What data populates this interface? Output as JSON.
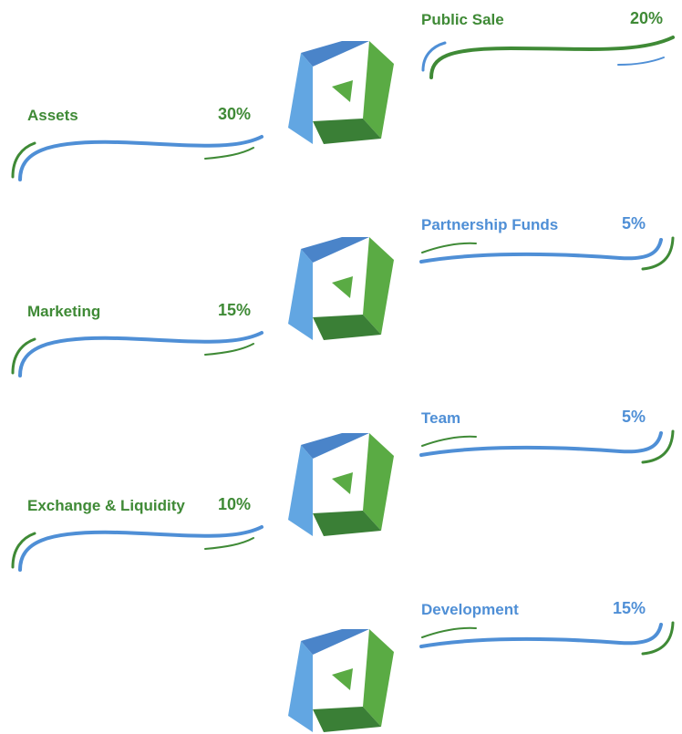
{
  "chart_data": {
    "type": "table",
    "unit": "%",
    "items": [
      {
        "label": "Public Sale",
        "value": 20,
        "display": "20%",
        "side": "right",
        "color": "#3f8a36"
      },
      {
        "label": "Assets",
        "value": 30,
        "display": "30%",
        "side": "left",
        "color": "#3f8a36"
      },
      {
        "label": "Partnership Funds",
        "value": 5,
        "display": "5%",
        "side": "right",
        "color": "#4f8fd6"
      },
      {
        "label": "Marketing",
        "value": 15,
        "display": "15%",
        "side": "left",
        "color": "#3f8a36"
      },
      {
        "label": "Team",
        "value": 5,
        "display": "5%",
        "side": "right",
        "color": "#4f8fd6"
      },
      {
        "label": "Exchange & Liquidity",
        "value": 10,
        "display": "10%",
        "side": "left",
        "color": "#3f8a36"
      },
      {
        "label": "Development",
        "value": 15,
        "display": "15%",
        "side": "right",
        "color": "#4f8fd6"
      }
    ]
  },
  "colors": {
    "blue": "#4f8fd6",
    "blue_light": "#62a6e2",
    "blue_top": "#4a84c9",
    "green": "#3f8a36",
    "green_light": "#5aab44",
    "green_dark": "#3a7f36"
  },
  "logo": {
    "icon": "cube-logo-icon",
    "count": 4
  }
}
